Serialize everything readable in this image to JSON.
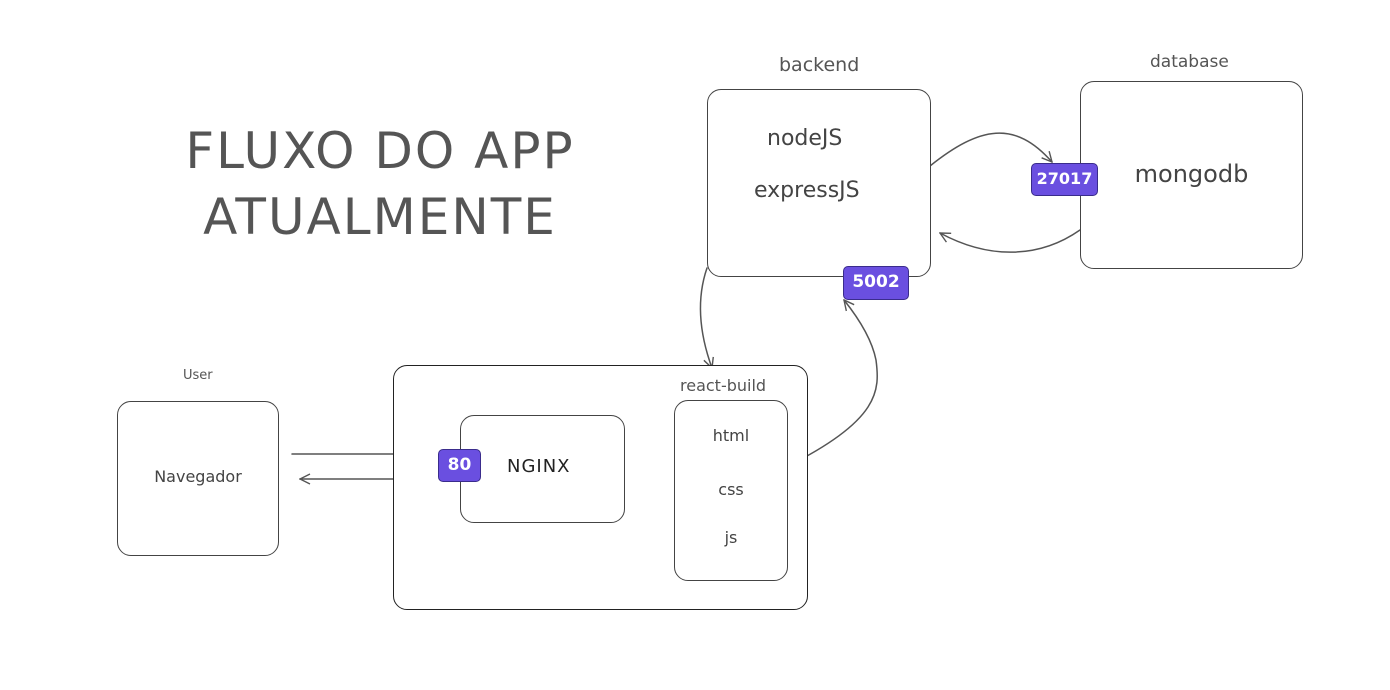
{
  "title": {
    "line1": "FLUXO DO APP",
    "line2": "ATUALMENTE"
  },
  "user": {
    "label": "User",
    "box_text": "Navegador"
  },
  "react_build": {
    "label": "react-build",
    "nginx": "NGINX",
    "port": "80",
    "files": [
      "html",
      "css",
      "js"
    ]
  },
  "backend": {
    "label": "backend",
    "line1": "nodeJS",
    "line2": "expressJS",
    "port": "5002"
  },
  "database": {
    "label": "database",
    "box_text": "mongodb",
    "port": "27017"
  },
  "colors": {
    "port_fill": "#6a4fe0",
    "port_border": "#3a2c8c",
    "stroke": "#444444"
  }
}
